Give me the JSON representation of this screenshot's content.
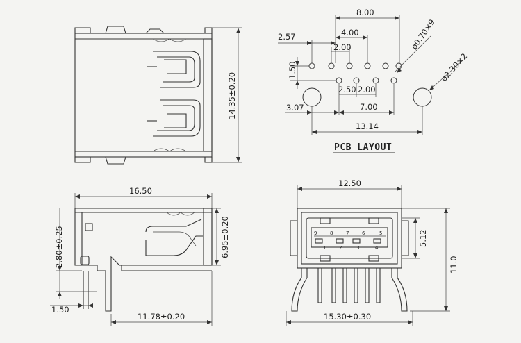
{
  "pcb_layout": {
    "title": "PCB LAYOUT",
    "dims": {
      "d_8_00": "8.00",
      "d_4_00": "4.00",
      "d_2_00_top": "2.00",
      "d_2_57": "2.57",
      "d_1_50": "1.50",
      "d_0_70x9": "ø0.70×9",
      "d_2_30x2": "ø2.30×2",
      "d_2_50": "2.50",
      "d_2_00_mid": "2.00",
      "d_3_07": "3.07",
      "d_7_00": "7.00",
      "d_13_14": "13.14"
    }
  },
  "top_view": {
    "dims": {
      "height": "14.35±0.20"
    }
  },
  "side_view": {
    "dims": {
      "length": "16.50",
      "height_a": "2.80±0.25",
      "height_b": "6.95±0.20",
      "pin_offset": "1.50",
      "depth": "11.78±0.20"
    }
  },
  "front_view": {
    "dims": {
      "width": "12.50",
      "inner": "5.12",
      "total_height": "11.0",
      "base_width": "15.30±0.30"
    },
    "pin_labels_top": [
      "9",
      "8",
      "7",
      "6",
      "5"
    ],
    "pin_labels_bottom": [
      "1",
      "2",
      "3",
      "4"
    ]
  }
}
